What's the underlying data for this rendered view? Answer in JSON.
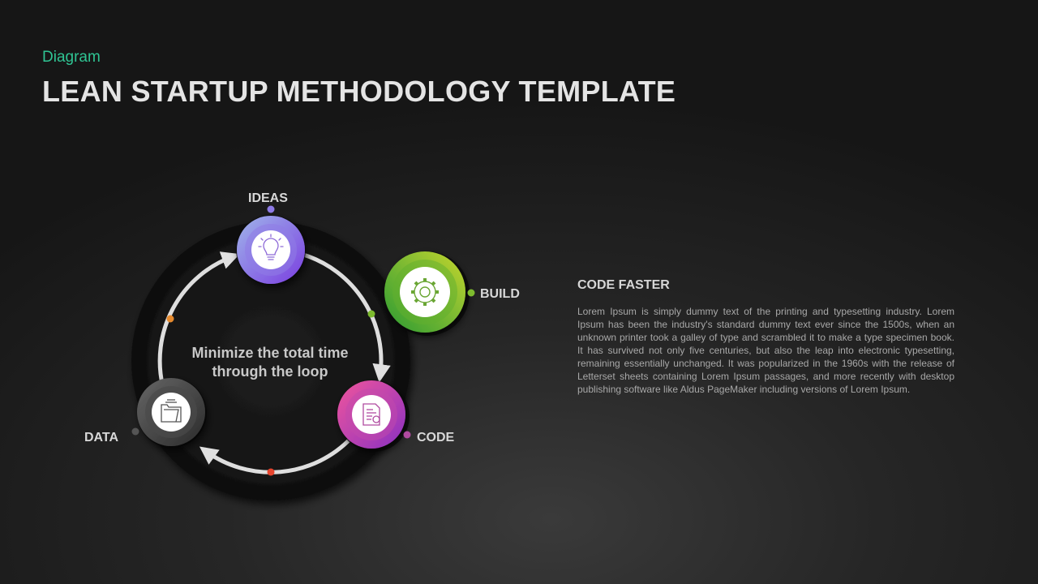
{
  "header": {
    "category": "Diagram",
    "title": "LEAN STARTUP METHODOLOGY TEMPLATE"
  },
  "diagram": {
    "center_line1": "Minimize the total time",
    "center_line2": "through the loop",
    "nodes": [
      {
        "label": "IDEAS",
        "icon": "lightbulb-icon",
        "color_light": "#9aa8e8",
        "color_dark": "#7b3fe0",
        "dot": "#8e7be6"
      },
      {
        "label": "BUILD",
        "icon": "gear-icon",
        "color_light": "#b7d12e",
        "color_dark": "#2f9e2f",
        "dot": "#7dbb2e"
      },
      {
        "label": "CODE",
        "icon": "document-icon",
        "color_light": "#ee4f9a",
        "color_dark": "#8a2fc0",
        "dot": "#b04aa0"
      },
      {
        "label": "DATA",
        "icon": "folder-icon",
        "color_light": "#5c5c5c",
        "color_dark": "#2e2e2e",
        "dot": "#555555"
      }
    ],
    "connector_dots": [
      "#7dbb2e",
      "#e6452e",
      "#e68a2e"
    ]
  },
  "panel": {
    "title": "CODE FASTER",
    "body": "Lorem Ipsum is simply dummy text of the printing and typesetting industry. Lorem Ipsum has been the industry's standard dummy text ever since the 1500s, when an unknown printer took a galley of type and scrambled it to make a type specimen book. It has survived not only five centuries, but also the leap into electronic typesetting, remaining essentially unchanged. It was popularized in the 1960s with the release of Letterset sheets containing Lorem Ipsum passages, and more recently with desktop publishing software like Aldus PageMaker including versions  of Lorem Ipsum."
  }
}
